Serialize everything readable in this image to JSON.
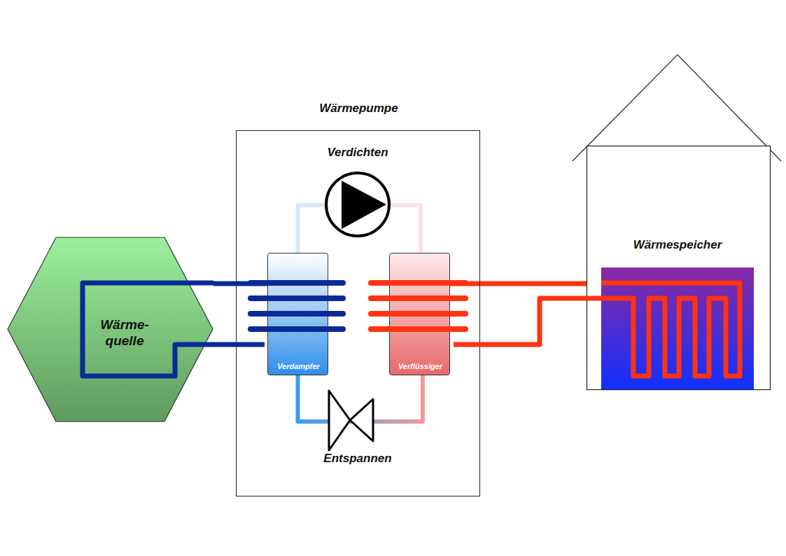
{
  "diagram": {
    "nodes": [
      {
        "text": [
          "Wärme- quelle"
        ]
      },
      {
        "text": [
          "Wärmepumpe"
        ]
      },
      {
        "text": [
          "Verdampfer"
        ],
        "in": 1
      },
      {
        "text": [
          "Verflüssiger"
        ],
        "in": 1
      },
      {
        "text": [
          "Wärmespeicher"
        ]
      }
    ],
    "edges": [
      {
        "from": 0,
        "to": 2,
        "arrow": "none"
      },
      {
        "from": 2,
        "to": 3,
        "arrow": "none"
      },
      {
        "from": 2,
        "to": 3,
        "arrow": "none"
      },
      {
        "from": 3,
        "to": 4,
        "arrow": "none"
      }
    ],
    "labels": [
      "Verdichten",
      "Entspannen"
    ]
  }
}
